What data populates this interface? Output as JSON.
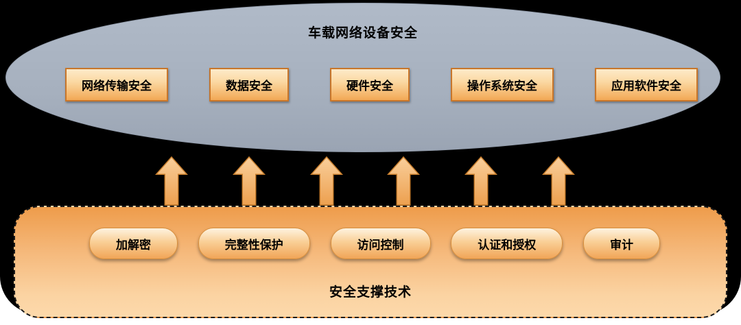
{
  "ellipse": {
    "title": "车载网络设备安全",
    "items": [
      {
        "label": "网络传输安全"
      },
      {
        "label": "数据安全"
      },
      {
        "label": "硬件安全"
      },
      {
        "label": "操作系统安全"
      },
      {
        "label": "应用软件安全"
      }
    ]
  },
  "arrows": {
    "count": 6,
    "direction": "up"
  },
  "support": {
    "title": "安全支撑技术",
    "items": [
      {
        "label": "加解密"
      },
      {
        "label": "完整性保护"
      },
      {
        "label": "访问控制"
      },
      {
        "label": "认证和授权"
      },
      {
        "label": "审计"
      }
    ]
  },
  "colors": {
    "background": "#000000",
    "ellipse_fill": "#a6b0be",
    "box_border": "#c8762a",
    "box_gradient_top": "#fdebc9",
    "box_gradient_bottom": "#f2a855",
    "arrow_fill_top": "#f9cf9b",
    "arrow_fill_bottom": "#eda04f",
    "arrow_border": "#c97f2e",
    "panel_gradient_top": "#ee9c4b",
    "panel_gradient_bottom": "#fcd9ab"
  }
}
